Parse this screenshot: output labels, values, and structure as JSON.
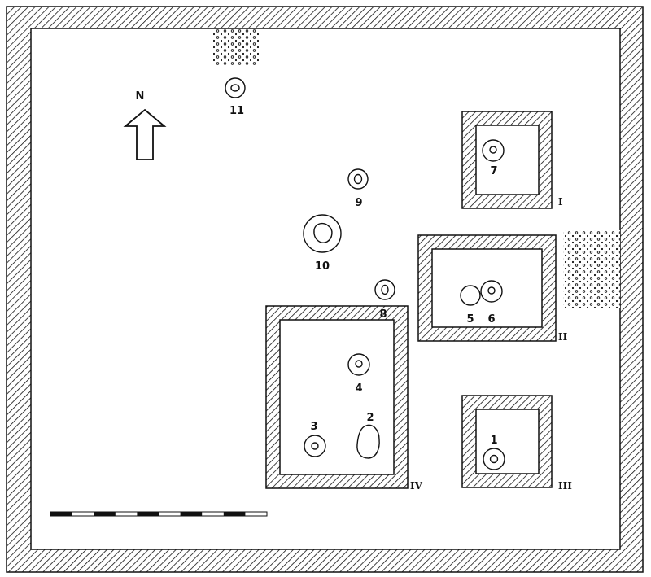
{
  "compass": {
    "label": "N"
  },
  "features": [
    {
      "id": "1",
      "label": "1"
    },
    {
      "id": "2",
      "label": "2"
    },
    {
      "id": "3",
      "label": "3"
    },
    {
      "id": "4",
      "label": "4"
    },
    {
      "id": "5",
      "label": "5"
    },
    {
      "id": "6",
      "label": "6"
    },
    {
      "id": "7",
      "label": "7"
    },
    {
      "id": "8",
      "label": "8"
    },
    {
      "id": "9",
      "label": "9"
    },
    {
      "id": "10",
      "label": "10"
    },
    {
      "id": "11",
      "label": "11"
    }
  ],
  "structures": [
    {
      "id": "I",
      "label": "I"
    },
    {
      "id": "II",
      "label": "II"
    },
    {
      "id": "III",
      "label": "III"
    },
    {
      "id": "IV",
      "label": "IV"
    }
  ],
  "colors": {
    "ink": "#111111",
    "paper": "#ffffff"
  }
}
